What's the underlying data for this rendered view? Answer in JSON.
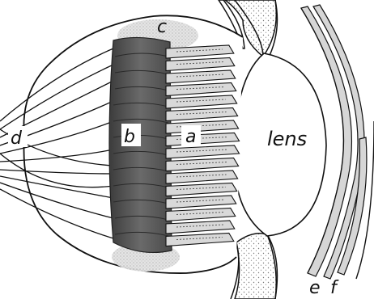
{
  "labels": {
    "a": "a",
    "b": "b",
    "c": "c",
    "d": "d",
    "e": "e",
    "f": "f",
    "lens": "lens"
  },
  "colors": {
    "ink": "#111111",
    "rod_fill": "#d9d9d9",
    "mass_fill": "#6f6f6f",
    "paper": "#ffffff"
  }
}
